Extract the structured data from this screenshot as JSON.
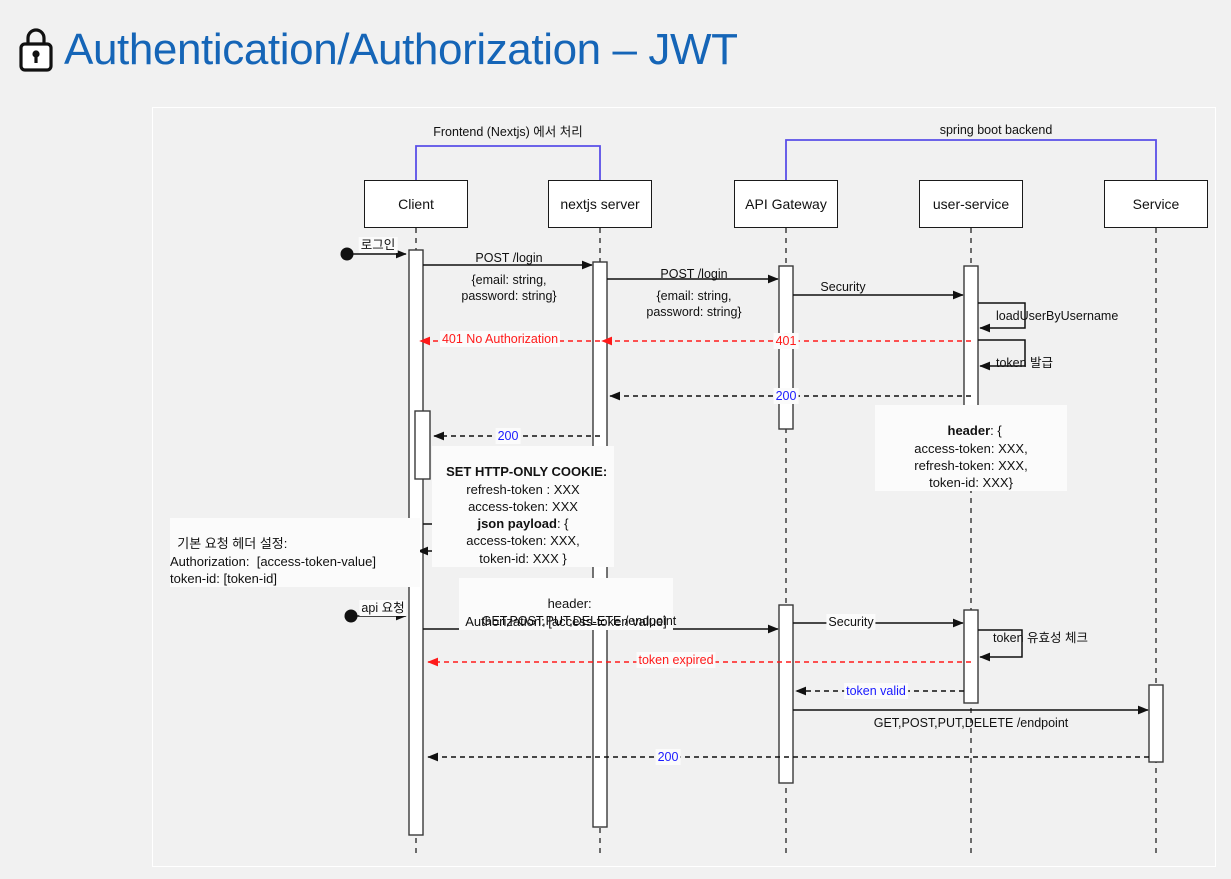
{
  "page": {
    "title": "Authentication/Authorization – JWT",
    "title_color": "#1565b7",
    "lock_icon": "lock-icon",
    "background": "#f1f1f1"
  },
  "diagram": {
    "type": "sequence-diagram",
    "groups": [
      {
        "label": "Frontend (Nextjs) 에서 처리",
        "color": "#5a4fe8",
        "from": "Client",
        "to": "nextjs server"
      },
      {
        "label": "spring boot backend",
        "color": "#5a4fe8",
        "from": "API Gateway",
        "to": "Service"
      }
    ],
    "participants": [
      {
        "name": "Client",
        "label": "Client"
      },
      {
        "name": "nextjs server",
        "label": "nextjs server"
      },
      {
        "name": "API Gateway",
        "label": "API Gateway"
      },
      {
        "name": "user-service",
        "label": "user-service"
      },
      {
        "name": "Service",
        "label": "Service"
      }
    ],
    "messages": [
      {
        "id": "m1",
        "label": "로그인",
        "from": "actor",
        "to": "Client",
        "style": "solid",
        "color": "#111"
      },
      {
        "id": "m2",
        "label": "POST /login",
        "from": "Client",
        "to": "nextjs server",
        "style": "solid",
        "color": "#111"
      },
      {
        "id": "m3",
        "label": "{email: string,\npassword: string}",
        "kind": "note"
      },
      {
        "id": "m4",
        "label": "POST /login",
        "from": "nextjs server",
        "to": "API Gateway",
        "style": "solid",
        "color": "#111"
      },
      {
        "id": "m5",
        "label": "{email: string,\npassword: string}",
        "kind": "note"
      },
      {
        "id": "m6",
        "label": "Security",
        "from": "API Gateway",
        "to": "user-service",
        "style": "solid",
        "color": "#111"
      },
      {
        "id": "m7",
        "label": "loadUserByUsername",
        "from": "user-service",
        "to": "user-service",
        "style": "self",
        "color": "#111"
      },
      {
        "id": "m8",
        "label": "401 No Authorization",
        "from": "nextjs server",
        "to": "Client",
        "style": "dashed",
        "color": "#ff1a1a"
      },
      {
        "id": "m9",
        "label": "401",
        "from": "user-service",
        "to": "nextjs server",
        "style": "dashed",
        "color": "#ff1a1a"
      },
      {
        "id": "m10",
        "label": "token 발급",
        "from": "user-service",
        "to": "user-service",
        "style": "self",
        "color": "#111"
      },
      {
        "id": "m11",
        "label": "200",
        "from": "user-service",
        "to": "nextjs server",
        "style": "dashed",
        "color": "#1a1aff"
      },
      {
        "id": "m12",
        "label": "header: {\naccess-token: XXX,\nrefresh-token: XXX,\ntoken-id: XXX}",
        "kind": "note"
      },
      {
        "id": "m13",
        "label": "200",
        "from": "nextjs server",
        "to": "Client",
        "style": "dashed",
        "color": "#1a1aff"
      },
      {
        "id": "m14",
        "label": "SET HTTP-ONLY COOKIE:\nrefresh-token : XXX\naccess-token: XXX\njson payload: {\naccess-token: XXX,\ntoken-id: XXX }",
        "kind": "note"
      },
      {
        "id": "m15",
        "label": "기본 요청 헤더 설정:\nAuthorization:  [access-token-value]\ntoken-id: [token-id]",
        "kind": "note-left"
      },
      {
        "id": "m16",
        "label": "api 요청",
        "from": "actor",
        "to": "Client",
        "style": "solid",
        "color": "#111"
      },
      {
        "id": "m17",
        "label": "header:\nAuthorization: [access-token value]",
        "kind": "note"
      },
      {
        "id": "m18",
        "label": "GET,POST,PUT,DELETE /endpoint",
        "from": "Client",
        "to": "API Gateway",
        "style": "solid",
        "color": "#111"
      },
      {
        "id": "m19",
        "label": "Security",
        "from": "API Gateway",
        "to": "user-service",
        "style": "solid",
        "color": "#111"
      },
      {
        "id": "m20",
        "label": "token 유효성 체크",
        "from": "user-service",
        "to": "user-service",
        "style": "self",
        "color": "#111"
      },
      {
        "id": "m21",
        "label": "token expired",
        "from": "user-service",
        "to": "Client",
        "style": "dashed",
        "color": "#ff1a1a"
      },
      {
        "id": "m22",
        "label": "token valid",
        "from": "user-service",
        "to": "API Gateway",
        "style": "dashed",
        "color": "#1a1aff"
      },
      {
        "id": "m23",
        "label": "GET,POST,PUT,DELETE /endpoint",
        "from": "API Gateway",
        "to": "Service",
        "style": "solid",
        "color": "#111"
      },
      {
        "id": "m24",
        "label": "200",
        "from": "Service",
        "to": "Client",
        "style": "dashed",
        "color": "#1a1aff"
      }
    ]
  }
}
